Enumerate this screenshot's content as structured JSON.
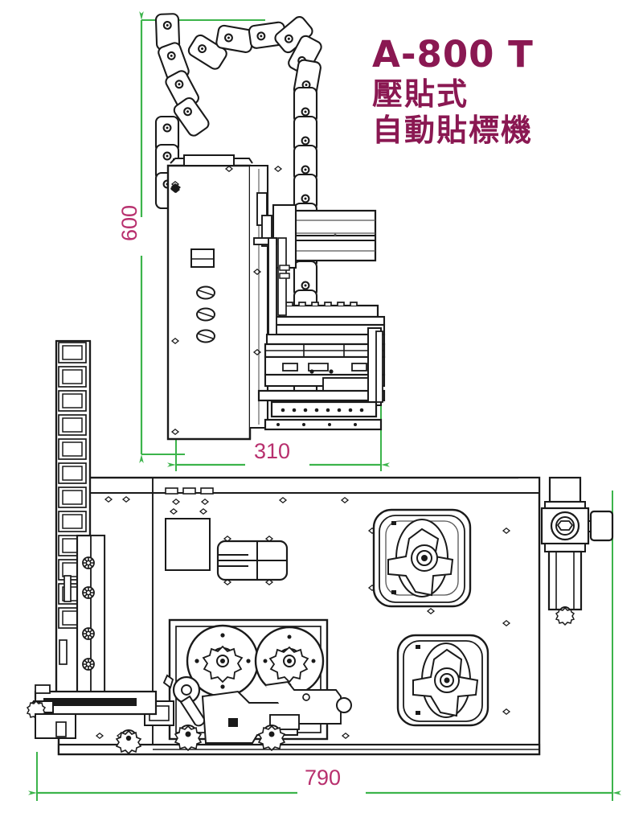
{
  "document": {
    "type": "engineering-drawing",
    "subject": "automatic labeling machine technical drawing",
    "background_color": "#ffffff"
  },
  "title_block": {
    "model": "A-800 T",
    "line_cn_1": "壓貼式",
    "line_cn_2": "自動貼標機",
    "color": "#8a1852"
  },
  "dimensions": {
    "color_text": "#b8306e",
    "color_line": "#3cb44b",
    "items": [
      {
        "name": "height",
        "value": "600",
        "orientation": "vertical",
        "view": "front-elevation"
      },
      {
        "name": "depth",
        "value": "310",
        "orientation": "horizontal",
        "view": "front-elevation"
      },
      {
        "name": "width",
        "value": "790",
        "orientation": "horizontal",
        "view": "plan"
      }
    ]
  },
  "views": {
    "elevation": {
      "name": "front-elevation",
      "components": [
        "cable-drag-chain",
        "vertical-column-cabinet",
        "control-buttons",
        "horizontal-pneumatic-cylinder",
        "labeling-head-assembly",
        "vacuum-pad"
      ]
    },
    "plan": {
      "name": "top-plan",
      "components": [
        "base-plate",
        "label-reel-unit",
        "label-reel-large",
        "label-reel-small",
        "rotary-table-upper",
        "rotary-table-lower",
        "vertical-linear-rail",
        "air-filter-regulator",
        "pressure-gauge",
        "conveyor-guide-block"
      ]
    }
  },
  "line_style": {
    "stroke": "#1a1a1a",
    "stroke_light": "#555555",
    "fill": "#ffffff"
  }
}
